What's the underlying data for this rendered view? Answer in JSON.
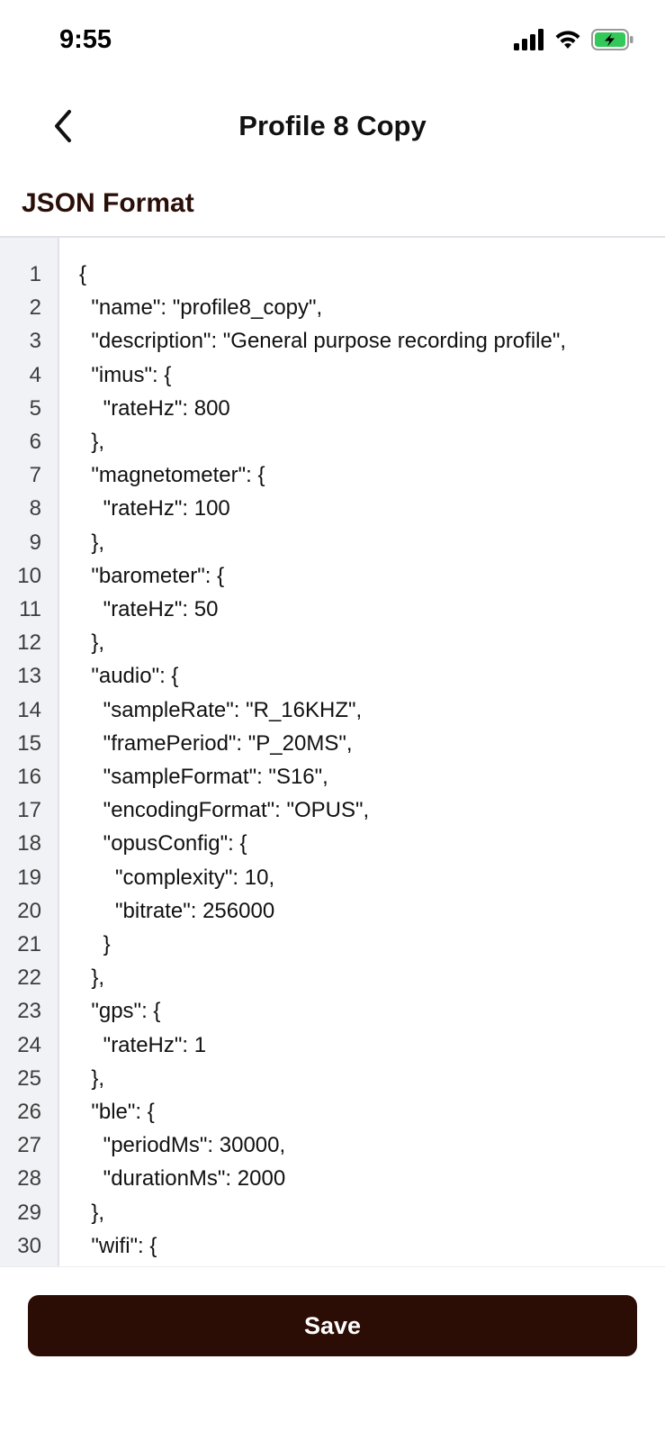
{
  "status_bar": {
    "time": "9:55",
    "icons": [
      "cellular-signal-icon",
      "wifi-icon",
      "battery-charging-icon"
    ]
  },
  "nav": {
    "title": "Profile 8 Copy",
    "back_icon": "chevron-left-icon"
  },
  "section": {
    "title": "JSON Format"
  },
  "editor": {
    "lines": [
      "{",
      "  \"name\": \"profile8_copy\",",
      "  \"description\": \"General purpose recording profile\",",
      "  \"imus\": {",
      "    \"rateHz\": 800",
      "  },",
      "  \"magnetometer\": {",
      "    \"rateHz\": 100",
      "  },",
      "  \"barometer\": {",
      "    \"rateHz\": 50",
      "  },",
      "  \"audio\": {",
      "    \"sampleRate\": \"R_16KHZ\",",
      "    \"framePeriod\": \"P_20MS\",",
      "    \"sampleFormat\": \"S16\",",
      "    \"encodingFormat\": \"OPUS\",",
      "    \"opusConfig\": {",
      "      \"complexity\": 10,",
      "      \"bitrate\": 256000",
      "    }",
      "  },",
      "  \"gps\": {",
      "    \"rateHz\": 1",
      "  },",
      "  \"ble\": {",
      "    \"periodMs\": 30000,",
      "    \"durationMs\": 2000",
      "  },",
      "  \"wifi\": {"
    ]
  },
  "footer": {
    "save_label": "Save"
  },
  "colors": {
    "accent": "#2c0d05",
    "battery_green": "#34c759",
    "gutter_bg": "#f1f2f6"
  }
}
